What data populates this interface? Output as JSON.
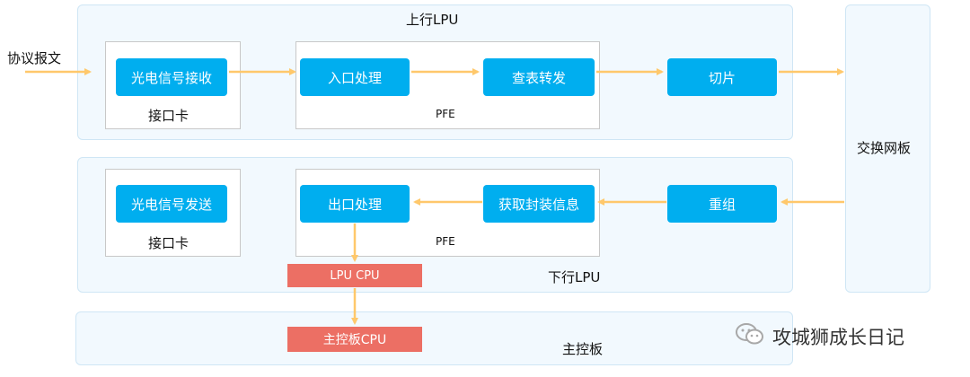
{
  "input_label": "协议报文",
  "upstream": {
    "title": "上行LPU",
    "card_label": "接口卡",
    "card_node": "光电信号接收",
    "pfe_label": "PFE",
    "pfe_nodes": [
      "入口处理",
      "查表转发"
    ],
    "slice_node": "切片"
  },
  "fabric": {
    "label": "交换网板"
  },
  "downstream": {
    "title": "下行LPU",
    "card_label": "接口卡",
    "card_node": "光电信号发送",
    "pfe_label": "PFE",
    "pfe_nodes": [
      "出口处理",
      "获取封装信息"
    ],
    "reassembly_node": "重组",
    "cpu_label": "LPU CPU"
  },
  "main_board": {
    "title": "主控板",
    "cpu_label": "主控板CPU"
  },
  "watermark": "攻城狮成长日记",
  "colors": {
    "node_fill": "#00aeef",
    "cpu_fill": "#ec6f64",
    "arrow": "#ffc86b",
    "panel_fill": "#f2f9fe"
  }
}
